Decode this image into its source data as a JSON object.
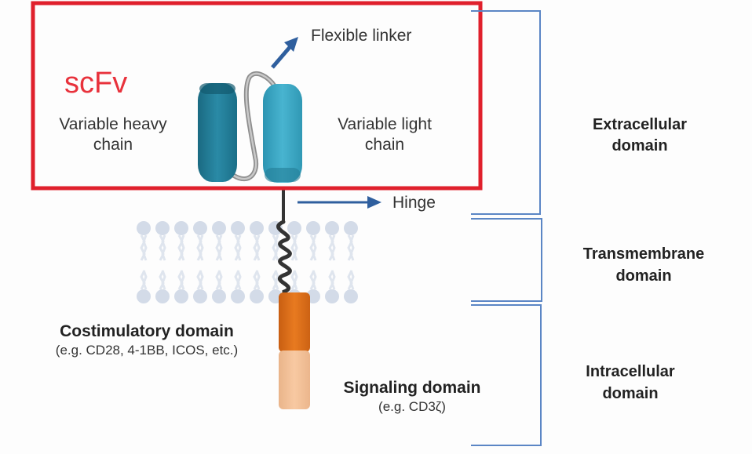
{
  "scfv_box": {
    "title": "scFv",
    "heavy_chain_label_line1": "Variable heavy",
    "heavy_chain_label_line2": "chain",
    "light_chain_label_line1": "Variable light",
    "light_chain_label_line2": "chain",
    "linker_label": "Flexible linker"
  },
  "hinge_label": "Hinge",
  "costim": {
    "title": "Costimulatory domain",
    "examples": "(e.g. CD28, 4-1BB, ICOS, etc.)"
  },
  "signaling": {
    "title": "Signaling domain",
    "examples": "(e.g. CD3ζ)"
  },
  "regions": [
    {
      "line1": "Extracellular",
      "line2": "domain"
    },
    {
      "line1": "Transmembrane",
      "line2": "domain"
    },
    {
      "line1": "Intracellular",
      "line2": "domain"
    }
  ],
  "colors": {
    "scfv_border": "#e0202c",
    "scfv_text": "#e8323c",
    "heavy_chain": "#1f7d96",
    "light_chain": "#3aa9c6",
    "arrow": "#2f5f9e",
    "bracket": "#5b86c5",
    "costim": "#e07018",
    "signaling": "#f5c39c",
    "membrane": "#cfd8e6"
  }
}
